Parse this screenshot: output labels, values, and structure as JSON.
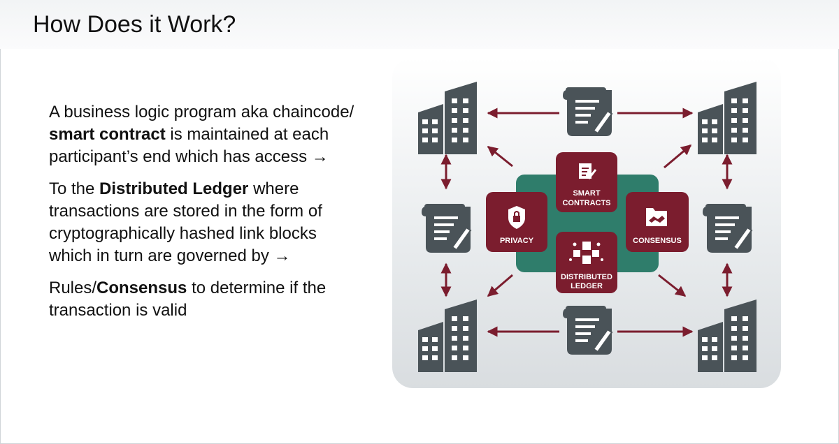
{
  "slide": {
    "title": "How Does it Work?"
  },
  "text": {
    "p1_a": "A business logic program aka chaincode/ ",
    "p1_bold": "smart contract",
    "p1_b": " is maintained at each participant’s end which has access →",
    "p2_a": "To the ",
    "p2_bold": "Distributed Ledger",
    "p2_b": " where transactions are stored in the form of cryptographically hashed link blocks which in turn are governed by →",
    "p3_a": "Rules/",
    "p3_bold": "Consensus",
    "p3_b": " to determine if the transaction is valid"
  },
  "diagram": {
    "smart_contracts_line1": "SMART",
    "smart_contracts_line2": "CONTRACTS",
    "privacy": "PRIVACY",
    "consensus": "CONSENSUS",
    "ledger_line1": "DISTRIBUTED",
    "ledger_line2": "LEDGER"
  },
  "colors": {
    "maroon": "#7b1d2e",
    "teal": "#2f7d6b",
    "icon_gray": "#4a5358",
    "arrow": "#7b1d2e"
  }
}
